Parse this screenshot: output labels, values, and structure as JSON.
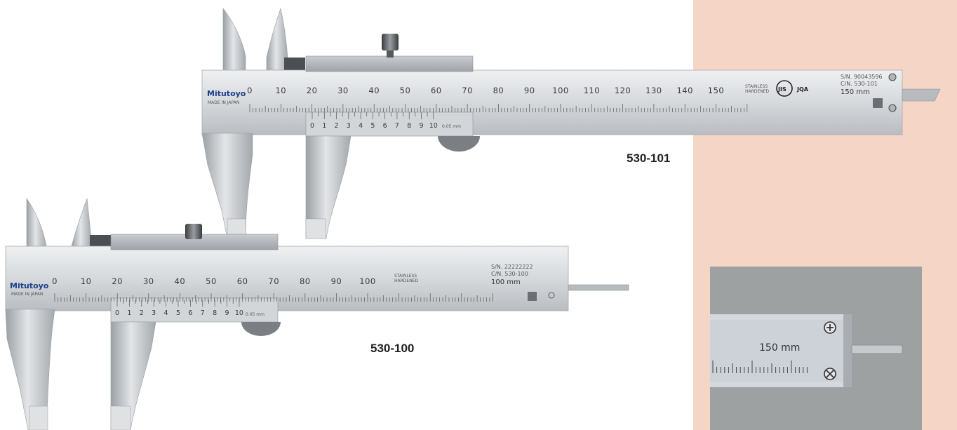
{
  "colors": {
    "panel_background": "#f4d5c6",
    "inset_background": "#9ea1a2",
    "steel_light": "#dfe1e3",
    "steel_mid": "#c3c6c9",
    "steel_dark": "#8e9296",
    "brand_blue": "#1c3f8a"
  },
  "calipers": [
    {
      "model": "530-101",
      "brand": "Mitutoyo",
      "made_in": "MADE IN JAPAN",
      "main_scale_labels": [
        "0",
        "10",
        "20",
        "30",
        "40",
        "50",
        "60",
        "70",
        "80",
        "90",
        "100",
        "110",
        "120",
        "130",
        "140",
        "150"
      ],
      "vernier_labels": [
        "0",
        "1",
        "2",
        "3",
        "4",
        "5",
        "6",
        "7",
        "8",
        "9",
        "10"
      ],
      "vernier_resolution": "0.05 mm",
      "material_line1": "STAINLESS",
      "material_line2": "HARDENED",
      "serial": "S/N. 90043596",
      "code": "C/N. 530-101",
      "range": "150 mm",
      "cert_mark": "JIS",
      "cert_text": "JQA"
    },
    {
      "model": "530-100",
      "brand": "Mitutoyo",
      "made_in": "MADE IN JAPAN",
      "main_scale_labels": [
        "0",
        "10",
        "20",
        "30",
        "40",
        "50",
        "60",
        "70",
        "80",
        "90",
        "100"
      ],
      "vernier_labels": [
        "0",
        "1",
        "2",
        "3",
        "4",
        "5",
        "6",
        "7",
        "8",
        "9",
        "10"
      ],
      "vernier_resolution": "0.05 mm",
      "material_line1": "STAINLESS",
      "material_line2": "HARDENED",
      "serial": "S/N. 22222222",
      "code": "C/N. 530-100",
      "range": "100 mm"
    }
  ],
  "inset": {
    "range": "150 mm",
    "screw_icon_top": "screw-plus-icon",
    "screw_icon_bottom": "screw-cross-icon"
  }
}
